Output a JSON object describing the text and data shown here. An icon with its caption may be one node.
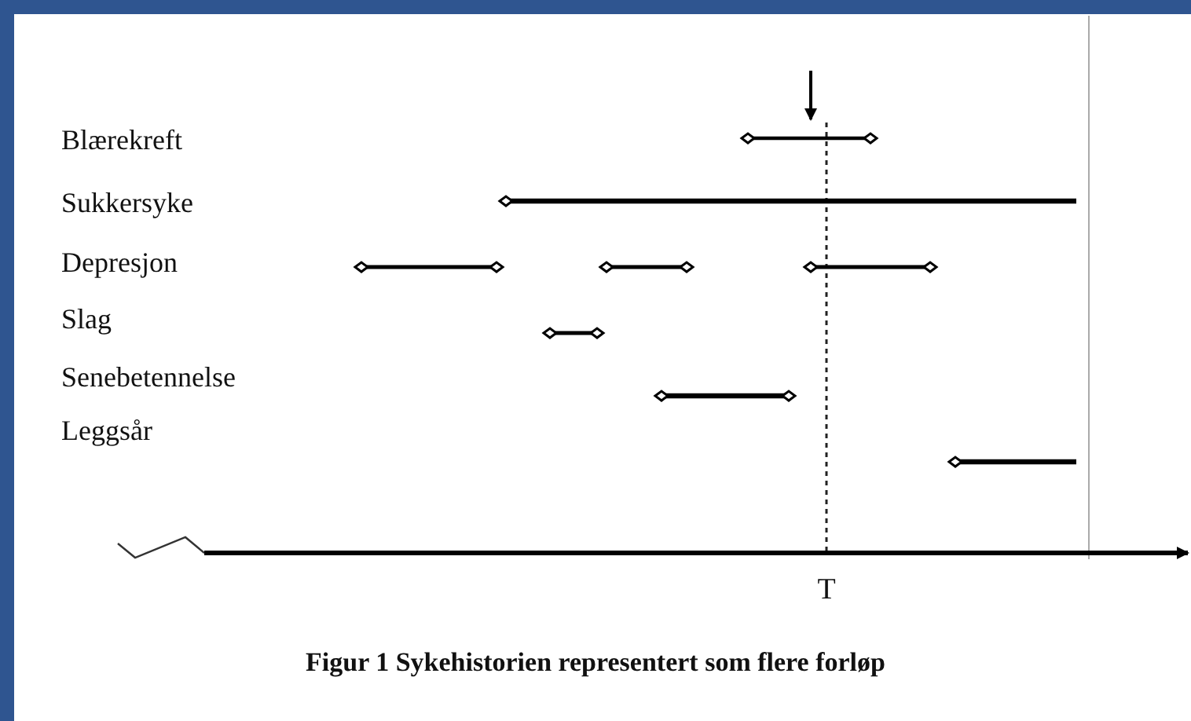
{
  "diagram": {
    "caption": "Figur 1 Sykehistorien representert som flere forløp",
    "labels": [
      "Blærekreft",
      "Sukkersyke",
      "Depresjon",
      "Slag",
      "Senebetennelse",
      "Leggsår",
      "T"
    ]
  }
}
